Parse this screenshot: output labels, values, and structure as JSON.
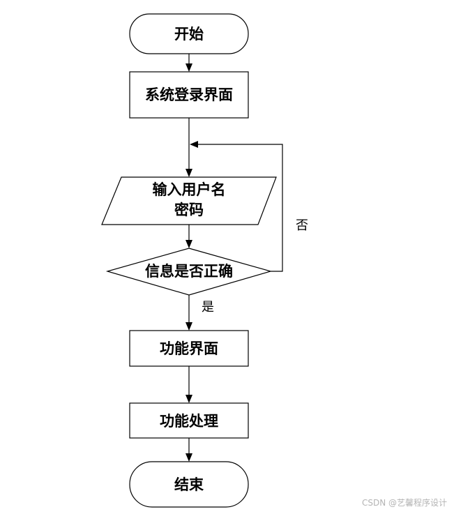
{
  "nodes": {
    "start": "开始",
    "login_page": "系统登录界面",
    "input_line1": "输入用户名",
    "input_line2": "密码",
    "decision": "信息是否正确",
    "function_page": "功能界面",
    "function_process": "功能处理",
    "end": "结束"
  },
  "branches": {
    "yes": "是",
    "no": "否"
  },
  "watermark": "CSDN @艺馨程序设计"
}
